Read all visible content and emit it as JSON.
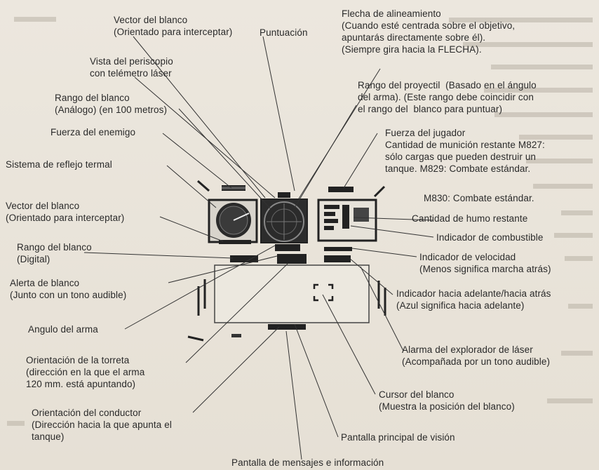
{
  "labels": {
    "target_vector_top": "Vector del blanco\n(Orientado para interceptar)",
    "score": "Puntuación",
    "alignment_arrow": "Flecha de alineamiento\n(Cuando esté centrada sobre el objetivo,\napuntarás directamente sobre él).\n(Siempre gira hacia la FLECHA).",
    "periscope_view": "Vista del periscopio\ncon telémetro láser",
    "projectile_range": "Rango del proyectil  (Basado en el ángulo\ndel arma). (Este rango debe coincidir con\nel rango del  blanco para puntuar)",
    "target_range_analog": "Rango del blanco\n(Análogo) (en 100 metros)",
    "enemy_strength": "Fuerza del enemigo",
    "player_strength": "Fuerza del jugador\nCantidad de munición restante M827:\nsólo cargas que pueden destruir un\ntanque. M829: Combate estándar.",
    "thermal_system": "Sistema de reflejo termal",
    "target_vector_left": "Vector del blanco\n(Orientado para interceptar)",
    "m830": "M830: Combate estándar.",
    "smoke_remaining": "Cantidad de humo restante",
    "fuel_indicator": "Indicador de combustible",
    "target_range_digital": "Rango del blanco\n(Digital)",
    "speed_indicator": "Indicador de velocidad\n(Menos significa marcha atrás)",
    "target_alert": "Alerta de blanco\n(Junto con un tono audible)",
    "forward_back": "Indicador hacia adelante/hacia atrás\n(Azul significa hacia adelante)",
    "gun_angle": "Angulo del arma",
    "laser_alarm": "Alarma del explorador de láser\n(Acompañada por un tono audible)",
    "turret_orientation": "Orientación de la torreta\n(dirección en la que el arma\n120 mm. está apuntando)",
    "target_cursor": "Cursor del blanco\n(Muestra la posición del blanco)",
    "driver_orientation": "Orientación del conductor\n(Dirección hacia la que apunta el\ntanque)",
    "main_view": "Pantalla principal de visión",
    "message_screen": "Pantalla de mensajes e información"
  }
}
